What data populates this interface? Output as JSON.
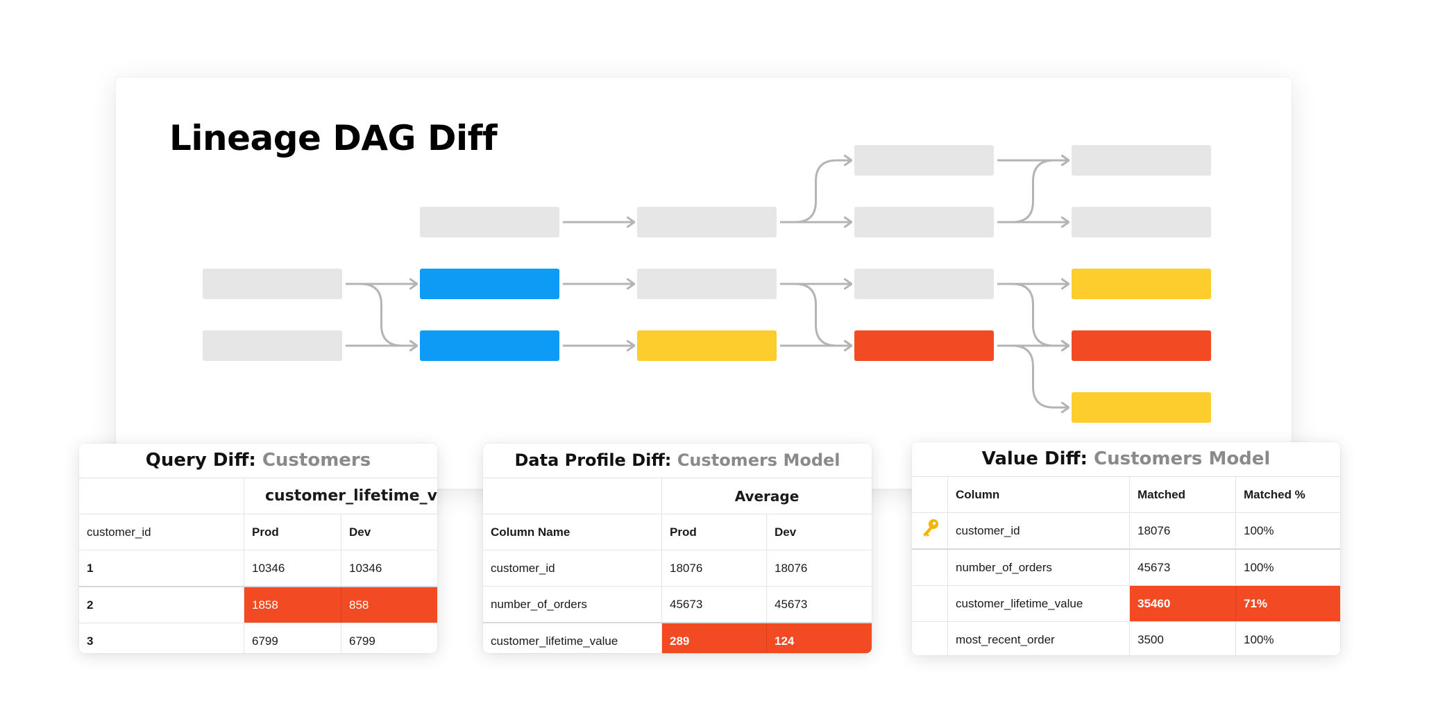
{
  "dag": {
    "title": "Lineage DAG Diff",
    "colors": {
      "unchanged": "#e6e6e6",
      "modified": "#0e9bf5",
      "downstream": "#fccd2c",
      "breaking": "#f24a23",
      "edge": "#b4b4b4"
    },
    "nodes": [
      {
        "id": "n1",
        "status": "unchanged"
      },
      {
        "id": "n2",
        "status": "unchanged"
      },
      {
        "id": "n3",
        "status": "unchanged"
      },
      {
        "id": "n4",
        "status": "modified"
      },
      {
        "id": "n5",
        "status": "modified"
      },
      {
        "id": "n6",
        "status": "unchanged"
      },
      {
        "id": "n7",
        "status": "unchanged"
      },
      {
        "id": "n8",
        "status": "downstream"
      },
      {
        "id": "n9",
        "status": "unchanged"
      },
      {
        "id": "n10",
        "status": "unchanged"
      },
      {
        "id": "n11",
        "status": "unchanged"
      },
      {
        "id": "n12",
        "status": "breaking"
      },
      {
        "id": "n13",
        "status": "unchanged"
      },
      {
        "id": "n14",
        "status": "unchanged"
      },
      {
        "id": "n15",
        "status": "downstream"
      },
      {
        "id": "n16",
        "status": "breaking"
      },
      {
        "id": "n17",
        "status": "downstream"
      }
    ],
    "edges": [
      [
        "n1",
        "n4"
      ],
      [
        "n1",
        "n5"
      ],
      [
        "n2",
        "n5"
      ],
      [
        "n3",
        "n6"
      ],
      [
        "n4",
        "n7"
      ],
      [
        "n5",
        "n8"
      ],
      [
        "n6",
        "n9"
      ],
      [
        "n6",
        "n10"
      ],
      [
        "n7",
        "n11"
      ],
      [
        "n7",
        "n12"
      ],
      [
        "n8",
        "n12"
      ],
      [
        "n9",
        "n13"
      ],
      [
        "n10",
        "n13"
      ],
      [
        "n10",
        "n14"
      ],
      [
        "n11",
        "n15"
      ],
      [
        "n11",
        "n16"
      ],
      [
        "n12",
        "n16"
      ],
      [
        "n12",
        "n17"
      ]
    ]
  },
  "query_diff": {
    "title": "Query Diff:",
    "subtitle": "Customers",
    "group_header": "customer_lifetime_v",
    "id_header": "customer_id",
    "prod_header": "Prod",
    "dev_header": "Dev",
    "rows": [
      {
        "id": "1",
        "prod": "10346",
        "dev": "10346",
        "changed": false
      },
      {
        "id": "2",
        "prod": "1858",
        "dev": "858",
        "changed": true
      },
      {
        "id": "3",
        "prod": "6799",
        "dev": "6799",
        "changed": false
      }
    ]
  },
  "profile_diff": {
    "title": "Data Profile Diff:",
    "subtitle": "Customers Model",
    "group_header": "Average",
    "column_header": "Column Name",
    "prod_header": "Prod",
    "dev_header": "Dev",
    "rows": [
      {
        "column": "customer_id",
        "prod": "18076",
        "dev": "18076",
        "changed": false
      },
      {
        "column": "number_of_orders",
        "prod": "45673",
        "dev": "45673",
        "changed": false
      },
      {
        "column": "customer_lifetime_value",
        "prod": "289",
        "dev": "124",
        "changed": true
      }
    ]
  },
  "value_diff": {
    "title": "Value Diff:",
    "subtitle": "Customers Model",
    "column_header": "Column",
    "matched_header": "Matched",
    "matched_pct_header": "Matched %",
    "key_icon": "key-icon",
    "rows": [
      {
        "column": "customer_id",
        "matched": "18076",
        "pct": "100%",
        "changed": false,
        "key": true
      },
      {
        "column": "number_of_orders",
        "matched": "45673",
        "pct": "100%",
        "changed": false,
        "key": false
      },
      {
        "column": "customer_lifetime_value",
        "matched": "35460",
        "pct": "71%",
        "changed": true,
        "key": false
      },
      {
        "column": "most_recent_order",
        "matched": "3500",
        "pct": "100%",
        "changed": false,
        "key": false
      }
    ]
  }
}
